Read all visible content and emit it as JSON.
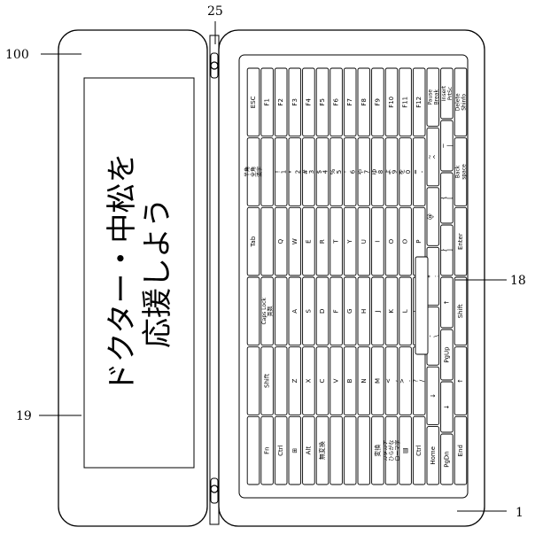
{
  "references": {
    "r25": "25",
    "r100": "100",
    "r18": "18",
    "r19": "19",
    "r1": "1"
  },
  "display_message": {
    "line1": "ドクター・中松を",
    "line2": "応援しよう"
  },
  "keyboard": {
    "rows": [
      [
        "Delete\nShinfo",
        "Back\nspace",
        "Enter",
        "Shift",
        "↑",
        "End"
      ],
      [
        "Insert\nPrtSc",
        "~\n|",
        "{\n[",
        "}\n]",
        "↑",
        "PgUp",
        "↓",
        "PgDn"
      ],
      [
        "Pause\nBreak",
        "~\n^",
        "@\n`",
        "*\n:",
        "-\n\\",
        "↓",
        "Home"
      ],
      [
        "F12",
        "=\n-",
        "P",
        "+\n;",
        "?\n/",
        "Ctrl"
      ],
      [
        "F11",
        "を\n0",
        "O",
        "L",
        ">\n.",
        "▤"
      ],
      [
        "F10",
        "よ\n9",
        "O",
        "K",
        "<\n,",
        "カタカナ\nひらがな\nローマ字"
      ],
      [
        "F9",
        "ゆ\n8",
        "I",
        "J",
        "M",
        "変換"
      ],
      [
        "F8",
        "や\n7",
        "U",
        "H",
        "N",
        ""
      ],
      [
        "F7",
        "'\n6",
        "Y",
        "G",
        "B",
        ""
      ],
      [
        "F6",
        "%\n5",
        "T",
        "F",
        "V",
        ""
      ],
      [
        "F5",
        "$\n4",
        "R",
        "D",
        "C",
        "無変換"
      ],
      [
        "F4",
        "#\n3",
        "E",
        "S",
        "X",
        "Alt"
      ],
      [
        "F3",
        "\"\n2",
        "W",
        "A",
        "Z",
        "⊞"
      ],
      [
        "F2",
        "!\n1",
        "Q",
        "",
        "",
        "Ctrl"
      ],
      [
        "F1",
        "",
        "",
        "Caps Lock\n英数",
        "Shift",
        "Fn"
      ],
      [
        "ESC",
        "半角\n全角\n漢字",
        "Tab",
        "",
        "",
        ""
      ]
    ]
  }
}
